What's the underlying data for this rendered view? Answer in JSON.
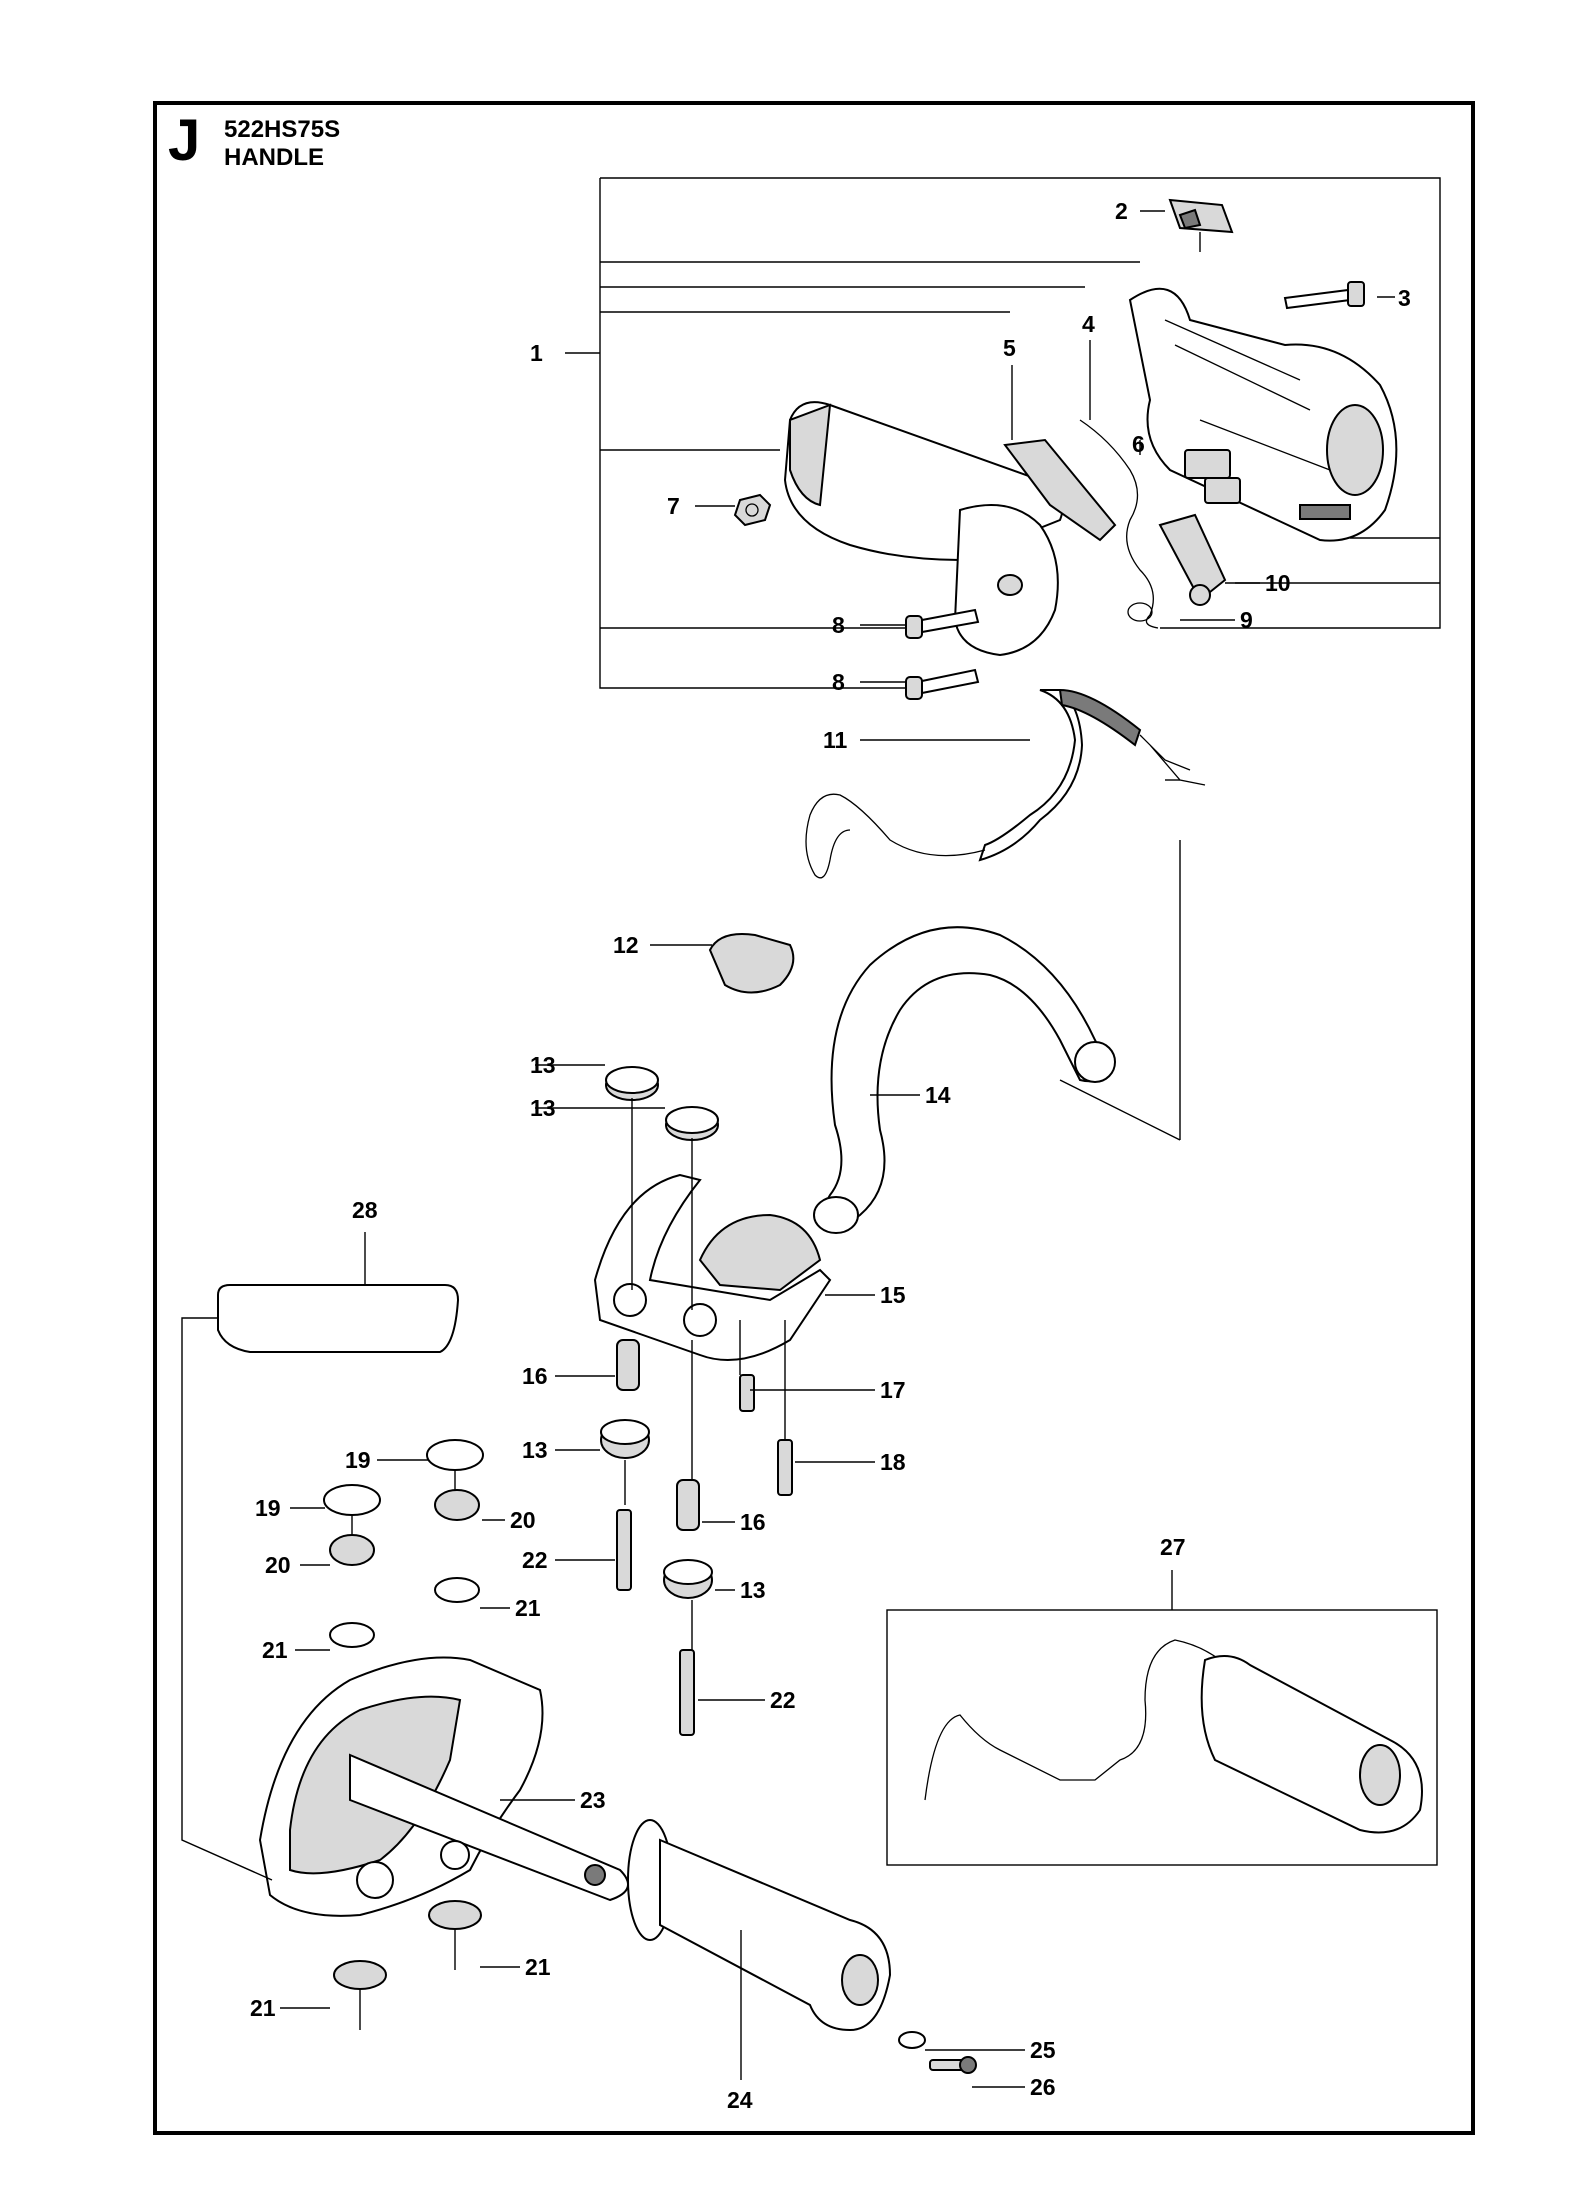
{
  "diagram": {
    "section_letter": "J",
    "model": "522HS75S",
    "title": "HANDLE",
    "callouts": {
      "c1": "1",
      "c2": "2",
      "c3": "3",
      "c4": "4",
      "c5": "5",
      "c6": "6",
      "c7": "7",
      "c8a": "8",
      "c8b": "8",
      "c9": "9",
      "c10": "10",
      "c11": "11",
      "c12": "12",
      "c13a": "13",
      "c13b": "13",
      "c13c": "13",
      "c13d": "13",
      "c14": "14",
      "c15": "15",
      "c16a": "16",
      "c16b": "16",
      "c17": "17",
      "c18": "18",
      "c19a": "19",
      "c19b": "19",
      "c20a": "20",
      "c20b": "20",
      "c21a": "21",
      "c21b": "21",
      "c21c": "21",
      "c21d": "21",
      "c22a": "22",
      "c22b": "22",
      "c23": "23",
      "c24": "24",
      "c25": "25",
      "c26": "26",
      "c27": "27",
      "c28": "28"
    }
  }
}
